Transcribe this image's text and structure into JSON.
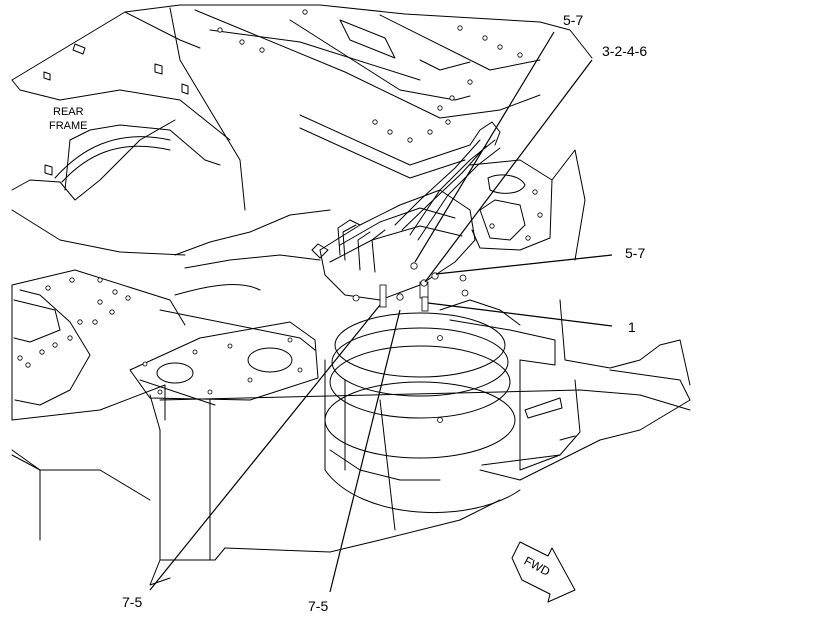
{
  "frame_label": [
    "REAR",
    "FRAME"
  ],
  "fwd_label": "FWD",
  "callouts": [
    "5-7",
    "3-2-4-6",
    "5-7",
    "1",
    "7-5",
    "7-5"
  ]
}
